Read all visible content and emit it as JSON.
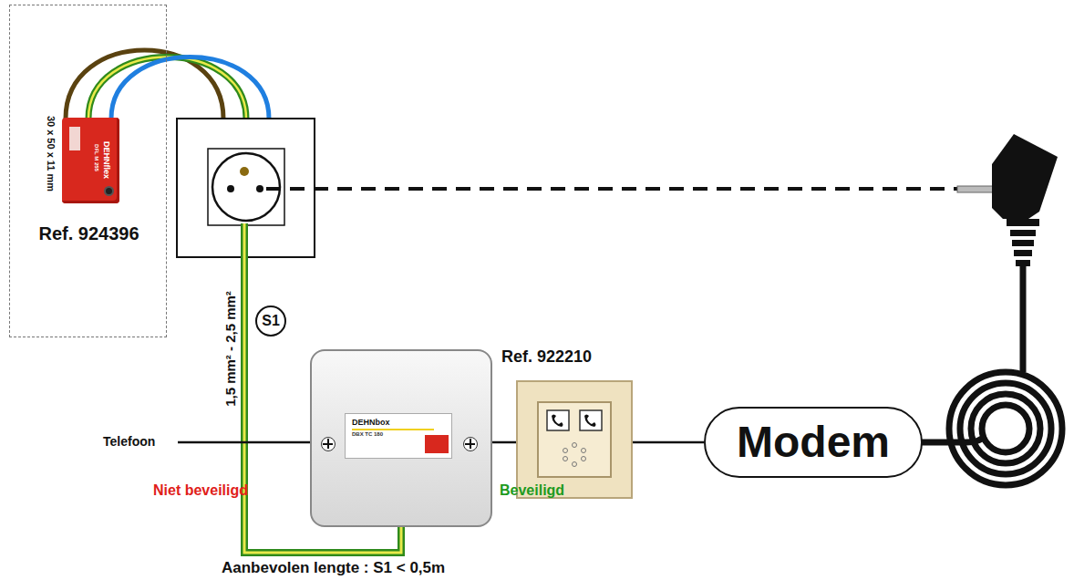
{
  "diagram": {
    "nodes": [
      {
        "text": [
          "Ref. 924396"
        ]
      },
      {
        "text": [
          "DEHNflex",
          "DFL M 255"
        ],
        "in": 0
      },
      {
        "text": [
          "S1"
        ]
      },
      {
        "text": [
          "DEHNbox",
          "DBX TC 180"
        ]
      },
      {
        "text": [
          "Modem"
        ]
      }
    ],
    "labels": [
      "30 x 50 x 11 mm",
      "1,5 mm² - 2,5 mm²",
      "Ref. 922210",
      "Telefoon",
      "Niet beveiligd",
      "Beveiligd",
      "Aanbevolen lengte : S1 < 0,5m"
    ]
  }
}
